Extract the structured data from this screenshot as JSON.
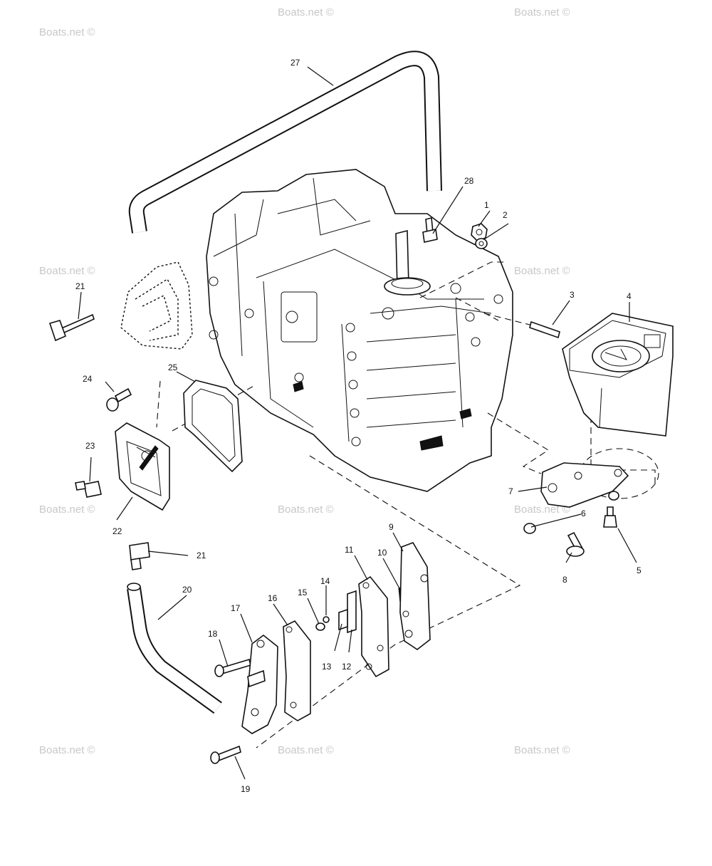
{
  "watermark": "Boats.net ©",
  "colors": {
    "line": "#111111",
    "watermark": "#c8c8c8",
    "background": "#ffffff"
  },
  "labels": [
    "1",
    "2",
    "3",
    "4",
    "5",
    "6",
    "7",
    "8",
    "9",
    "10",
    "11",
    "12",
    "13",
    "14",
    "15",
    "16",
    "17",
    "18",
    "19",
    "20",
    "21",
    "21",
    "22",
    "23",
    "24",
    "25",
    "27",
    "28"
  ]
}
